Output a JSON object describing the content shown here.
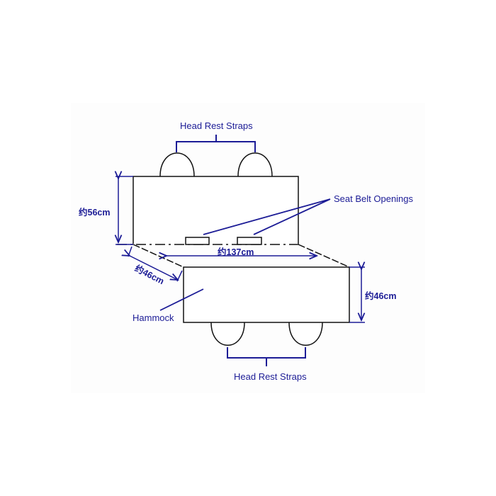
{
  "colors": {
    "line": "#111111",
    "annotation": "#1c1c96",
    "background": "#ffffff"
  },
  "labels": {
    "head_rest_straps_top": "Head Rest Straps",
    "head_rest_straps_bottom": "Head Rest Straps",
    "seat_belt_openings": "Seat Belt Openings",
    "hammock": "Hammock"
  },
  "dimensions": {
    "back_height": "约56cm",
    "width": "约137cm",
    "side_depth": "约46cm",
    "hammock_depth": "约46cm"
  }
}
